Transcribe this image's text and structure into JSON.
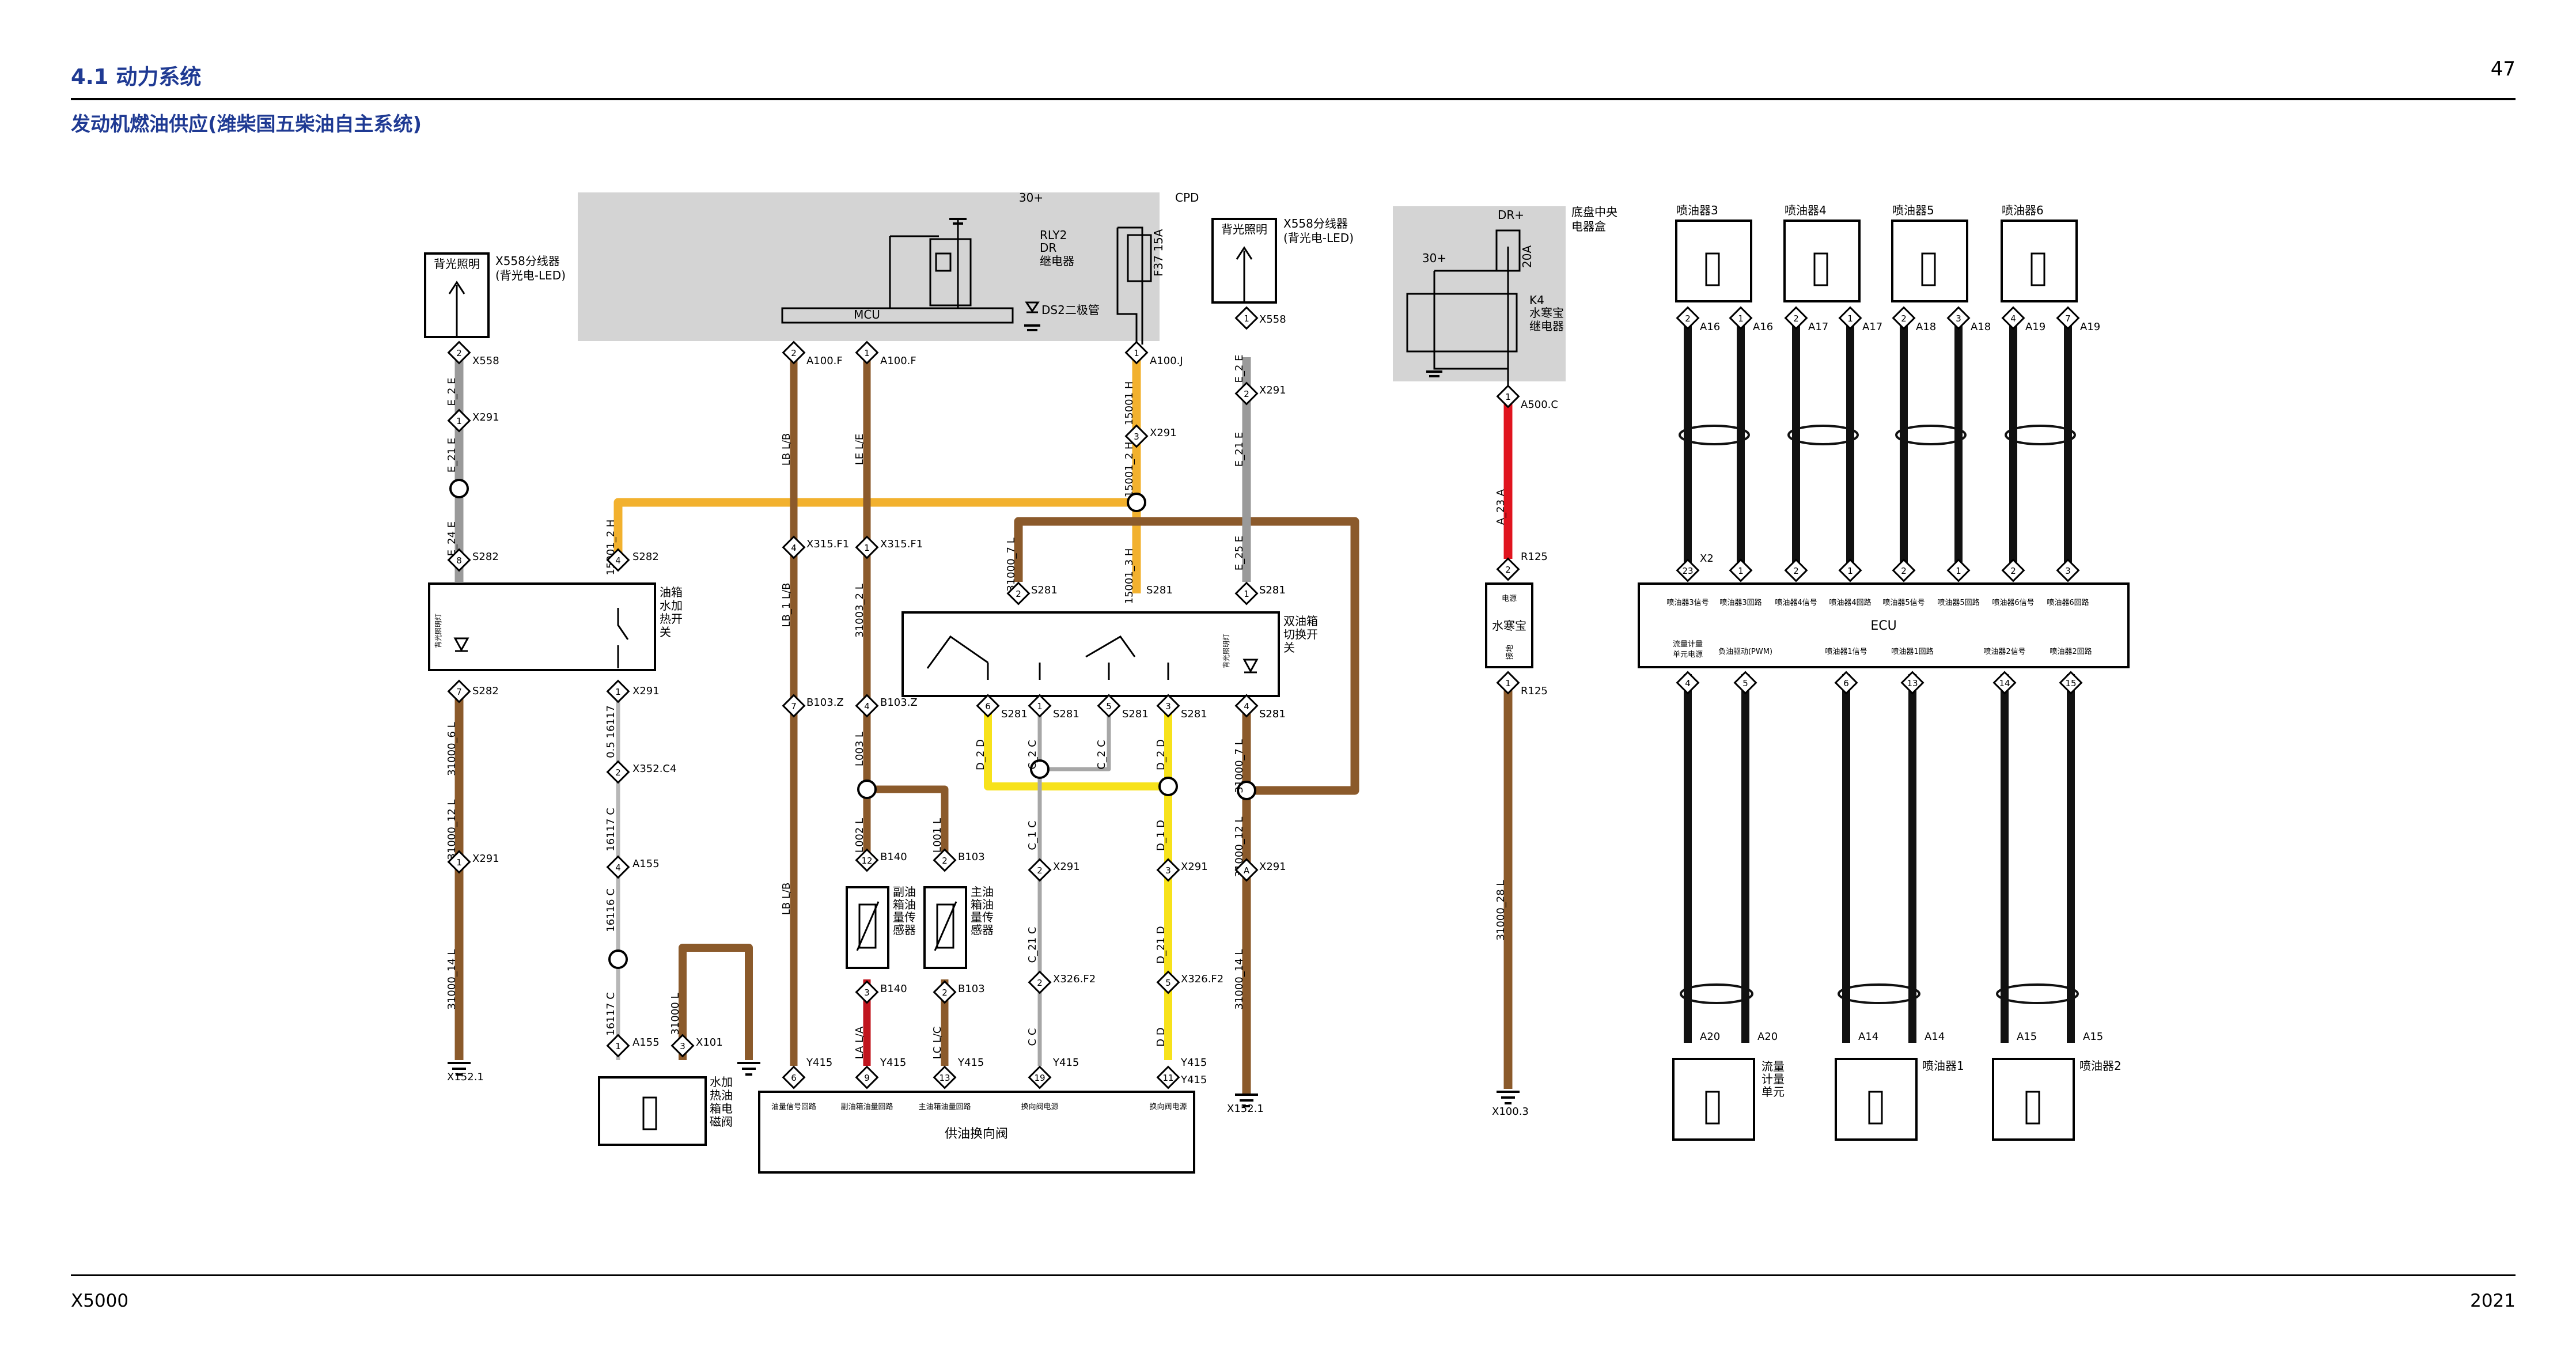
{
  "header": {
    "section": "4.1 动力系统",
    "page_number": "47",
    "subtitle": "发动机燃油供应(潍柴国五柴油自主系统)"
  },
  "footer": {
    "model": "X5000",
    "year": "2021"
  },
  "colors": {
    "orange": "#f2b12e",
    "brown": "#8b5a2b",
    "yellow": "#f7e21b",
    "gray": "#9a9a9a",
    "red": "#e0141e",
    "black": "#111111",
    "box_fill": "#d4d4d4",
    "title_blue": "#1f3a93"
  },
  "diagram": {
    "boxes": {
      "cpd": "CPD",
      "mcu": "MCU",
      "rly2_line1": "RLY2",
      "rly2_line2": "DR",
      "rly2_line3": "继电器",
      "ds2": "DS2二极管",
      "fuse_f37": "F37 15A",
      "p30plus": "30+",
      "backlight": "背光照明",
      "x558_line1": "X558分线器",
      "x558_line2": "(背光电-LED)",
      "chassis_line1": "底盘中央",
      "chassis_line2": "电器盒",
      "dr_plus": "DR+",
      "fuse_20a": "20A",
      "k4_line1": "K4",
      "k4_line2": "水寒宝",
      "k4_line3": "继电器",
      "sw_heat_line1": "油箱",
      "sw_heat_line2": "水加",
      "sw_heat_line3": "热开",
      "sw_heat_line4": "关",
      "sw_dual_line1": "双油箱",
      "sw_dual_line2": "切换开",
      "sw_dual_line3": "关",
      "backlight_vert": "背光照明灯",
      "sensor_sub_1": "副油",
      "sensor_sub_2": "箱油",
      "sensor_sub_3": "量传",
      "sensor_sub_4": "感器",
      "sensor_main_1": "主油",
      "sensor_main_2": "箱油",
      "sensor_main_3": "量传",
      "sensor_main_4": "感器",
      "valve_heat_1": "水加",
      "valve_heat_2": "热油",
      "valve_heat_3": "箱电",
      "valve_heat_4": "磁阀",
      "changeover_valve": "供油换向阀",
      "valve_pins": [
        "油量信号回路",
        "副油箱油量回路",
        "主油箱油量回路",
        "换向阀电源",
        "换向阀电源"
      ],
      "shuihanbao": "水寒宝",
      "shuihanbao_top": "电源",
      "shuihanbao_bot": "接地",
      "ecu": "ECU",
      "ecu_top_pins": [
        "喷油器3信号",
        "喷油器3回路",
        "喷油器4信号",
        "喷油器4回路",
        "喷油器5信号",
        "喷油器5回路",
        "喷油器6信号",
        "喷油器6回路"
      ],
      "ecu_bot_pins_a": [
        "流量计量",
        "单元电源"
      ],
      "ecu_bot_pins_b": "负油驱动(PWM)",
      "ecu_bot_pins_c": [
        "喷油器1信号",
        "喷油器1回路",
        "喷油器2信号",
        "喷油器2回路"
      ],
      "injectors_top": [
        "喷油器3",
        "喷油器4",
        "喷油器5",
        "喷油器6"
      ],
      "flow_unit_1": "流量",
      "flow_unit_2": "计量",
      "flow_unit_3": "单元",
      "injector1": "喷油器1",
      "injector2": "喷油器2"
    },
    "wires": [
      "E_2 E",
      "E_21 E",
      "E_24 E",
      "31000_6 L",
      "31000_12 L",
      "31000_14 L",
      "15001_2 H",
      "0.5 16117",
      "16117 C",
      "16116 C",
      "16117 C",
      "31000 L",
      "LB L/B",
      "LE L/E",
      "LB_1 L/B",
      "31003_2 L",
      "L003 L",
      "L002 L",
      "L001 L",
      "LB L/B",
      "LA L/A",
      "LC L/C",
      "31000_7 L",
      "15001_3 H",
      "D_2 D",
      "C_2 C",
      "C_2 C",
      "D_2 D",
      "C_1 C",
      "D_1 D",
      "C_21 C",
      "D_21 D",
      "C C",
      "D D",
      "15001 H",
      "15001_2 H",
      "E_2 E",
      "E_21 E",
      "E_25 E",
      "31000_7 L",
      "31000_12 L",
      "31000_14 L",
      "A_23 A",
      "31000_28 L"
    ],
    "connectors": [
      "X558",
      "X291",
      "S282",
      "S282",
      "S282",
      "X291",
      "X291",
      "X352.C4",
      "A155",
      "A155",
      "X101",
      "X152.1",
      "A100.F",
      "A100.F",
      "X315.F1",
      "X315.F1",
      "B103.Z",
      "B103.Z",
      "B140",
      "B103",
      "B140",
      "B103",
      "Y415",
      "Y415",
      "Y415",
      "S281",
      "S281",
      "S281",
      "S281",
      "S281",
      "S281",
      "S281",
      "X291",
      "X291",
      "X326.F2",
      "X326.F2",
      "Y415",
      "Y415",
      "A100.J",
      "X291",
      "S281",
      "X558",
      "X291",
      "S281",
      "S281",
      "X291",
      "Y415",
      "X152.1",
      "A500.C",
      "R125",
      "R125",
      "X100.3",
      "A16",
      "A16",
      "A17",
      "A17",
      "A18",
      "A18",
      "A19",
      "A19",
      "X2",
      "A20",
      "A20",
      "A14",
      "A14",
      "A15",
      "A15"
    ],
    "pins": [
      "2",
      "1",
      "8",
      "7",
      "4",
      "1",
      "2",
      "4",
      "1",
      "3",
      "1",
      "2",
      "1",
      "4",
      "1",
      "7",
      "4",
      "6",
      "5",
      "1",
      "3",
      "12",
      "2",
      "3",
      "2",
      "2",
      "3",
      "2",
      "5",
      "6",
      "9",
      "13",
      "19",
      "11",
      "1",
      "3",
      "2",
      "1",
      "4",
      "A",
      "1",
      "2",
      "1",
      "2",
      "1",
      "2",
      "1",
      "2",
      "1",
      "2",
      "3",
      "4",
      "7",
      "23",
      "1",
      "2",
      "1",
      "2",
      "1",
      "2",
      "3",
      "4",
      "5",
      "6",
      "13",
      "14",
      "15",
      "2"
    ]
  }
}
